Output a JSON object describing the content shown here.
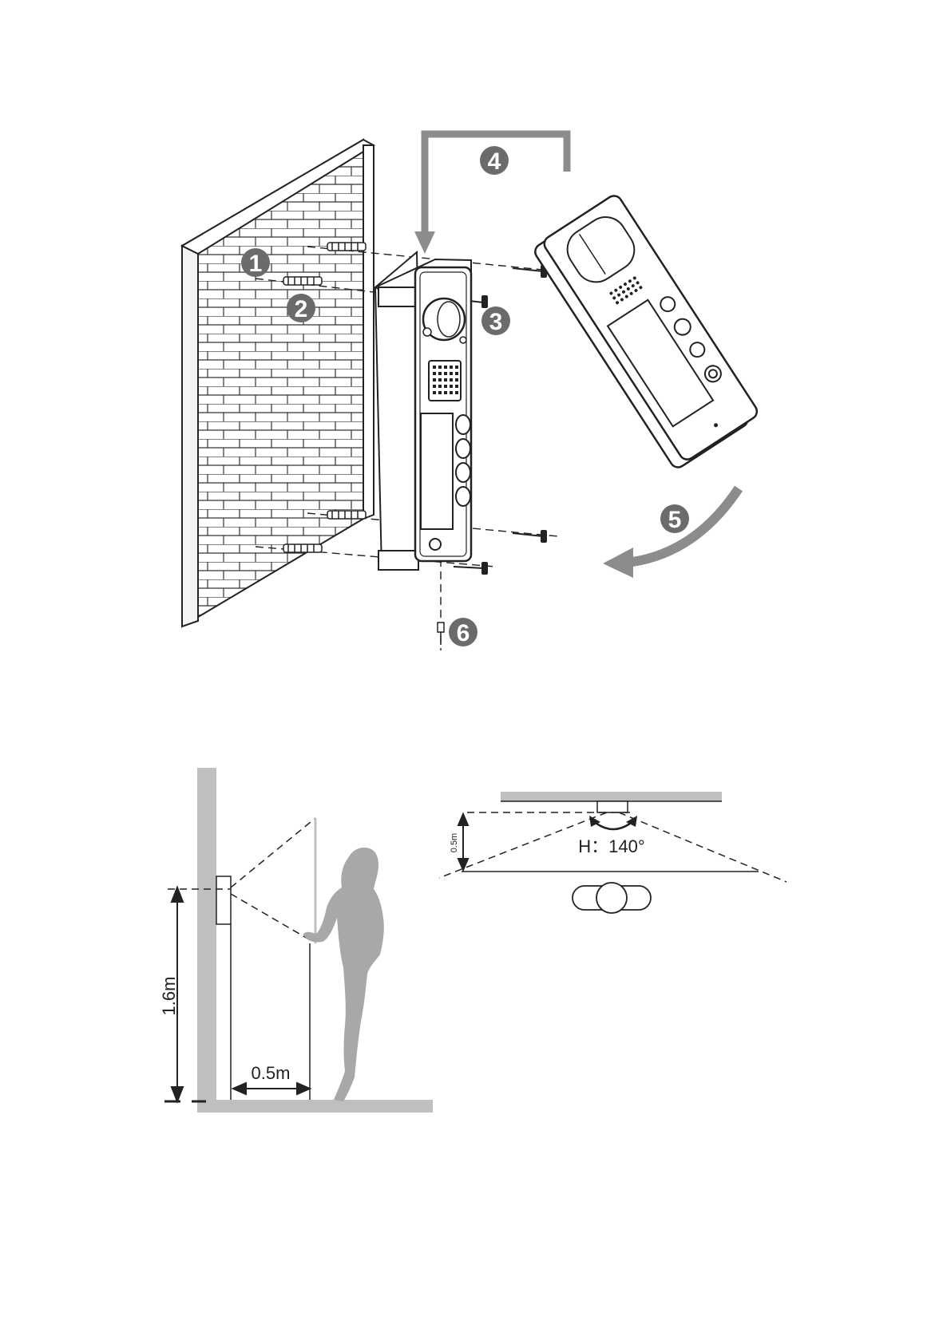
{
  "steps": [
    {
      "number": "1",
      "label": "1"
    },
    {
      "number": "2",
      "label": "2"
    },
    {
      "number": "3",
      "label": "3"
    },
    {
      "number": "4",
      "label": "4"
    },
    {
      "number": "5",
      "label": "5"
    },
    {
      "number": "6",
      "label": "6"
    }
  ],
  "dimensions": {
    "mount_height": "1.6m",
    "distance": "0.5m",
    "ceiling_gap": "0.5m",
    "angle": "H：140°"
  },
  "colors": {
    "line": "#222222",
    "gray": "#bfbfbf",
    "step_badge": "#6b6b6b",
    "arrow": "#8c8c8c"
  }
}
